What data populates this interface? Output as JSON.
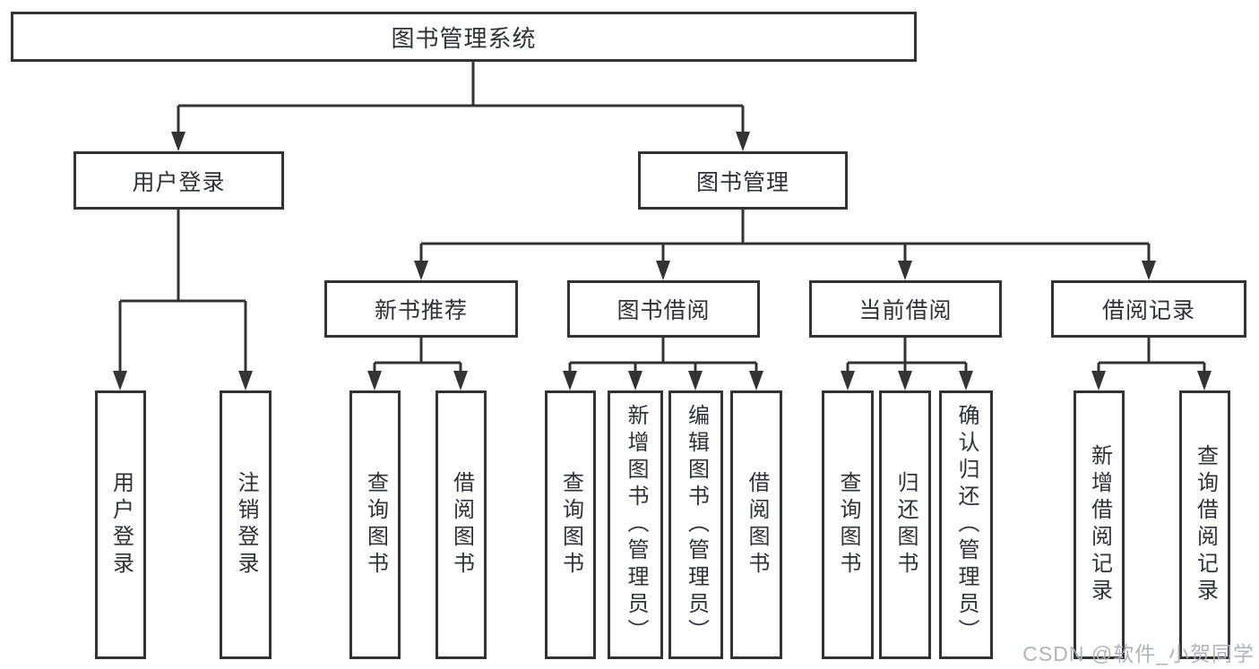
{
  "colors": {
    "line": "#333333",
    "box_border": "#333333",
    "box_background": "#ffffff",
    "text": "#2d3138",
    "watermark": "#aab1bb"
  },
  "diagram": {
    "root": {
      "label": "图书管理系统"
    },
    "branches": [
      {
        "label": "用户登录",
        "children": [
          {
            "label": "用户登录"
          },
          {
            "label": "注销登录"
          }
        ]
      },
      {
        "label": "图书管理",
        "children": [
          {
            "label": "新书推荐",
            "children": [
              {
                "label": "查询图书"
              },
              {
                "label": "借阅图书"
              }
            ]
          },
          {
            "label": "图书借阅",
            "children": [
              {
                "label": "查询图书"
              },
              {
                "label": "新增图书（管理员）"
              },
              {
                "label": "编辑图书（管理员）"
              },
              {
                "label": "借阅图书"
              }
            ]
          },
          {
            "label": "当前借阅",
            "children": [
              {
                "label": "查询图书"
              },
              {
                "label": "归还图书"
              },
              {
                "label": "确认归还（管理员）"
              }
            ]
          },
          {
            "label": "借阅记录",
            "children": [
              {
                "label": "新增借阅记录"
              },
              {
                "label": "查询借阅记录"
              }
            ]
          }
        ]
      }
    ]
  },
  "watermark": {
    "text": "CSDN @软件_小贺同学"
  }
}
